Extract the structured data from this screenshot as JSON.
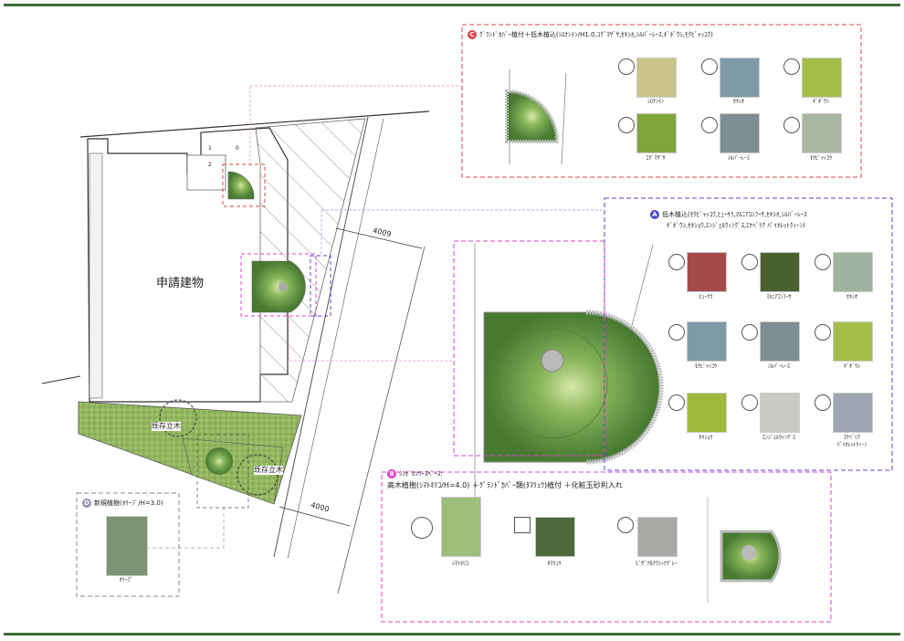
{
  "building_label": "申請建物",
  "existing_tree_1": "既存立木",
  "existing_tree_2": "既存立木",
  "dim_top": "4009",
  "dim_bottom": "4000",
  "stair_numbers": [
    "1",
    "0",
    "2"
  ],
  "panel_c": {
    "badge": "C",
    "title": "ｸﾞﾗﾝﾄﾞｶﾊﾞｰ植付＋低木植込(ｼﾛﾅﾝﾃﾝ/H1.0,ｺｸﾞﾏｻﾞｻ,ｾｷｼｵ,ｼﾙﾊﾞｰﾚｰｽ,ｷﾞﾎﾞｳｼ,ﾓｸﾋﾞｬｯｺｳ)",
    "plants": [
      "ｼﾛﾅﾝﾃﾝ",
      "ｾｷｼｵ",
      "ｷﾞﾎﾞｳｼ",
      "ｺｸﾞﾏｻﾞｻ",
      "ｼﾙﾊﾞｰﾚｰｽ",
      "ﾓｸﾋﾞｬｯｺｳ"
    ]
  },
  "panel_a": {
    "badge": "A",
    "title_line1": "低木植込(ﾓｸﾋﾞｬｯｺｳ,ﾋｭｰｹﾗ,ﾏﾙﾆｱｺﾝﾌｰｻ,ｾｷｼｵ,ｼﾙﾊﾞｰﾚｰｽ",
    "title_line2": "ｷﾞﾎﾞｳｼ,ｾｷｼｮｳ,ｴﾝｼﾞｪﾙｳｨﾝｸﾞｽ,ｴｹﾍﾞﾘｱ ﾊﾟｲｵﾚｯﾄｸｨｰﾝ)",
    "plants": [
      "ﾋｭｰｹﾗ",
      "ﾏﾙﾆｱｺﾝﾌｰｻ",
      "ｾｷｼｵ",
      "ﾓｸﾋﾞｬｯｺｳ",
      "ｼﾙﾊﾞｰﾚｰｽ",
      "ｷﾞﾎﾞｳｼ",
      "ｾｷｼｮｳ",
      "ｴﾝｼﾞｪﾙｳｨﾝｸﾞｽ",
      "ｴｹﾍﾞﾘｱ\nﾊﾟｲｵﾚｯﾄｸｨｰﾝ"
    ]
  },
  "panel_b": {
    "badge": "B",
    "title_line1": "ｼﾝﾎﾞﾙﾂﾘｰｽﾍﾟｰｽ:",
    "title_line2": "高木植樹(ｼﾏﾄﾈﾘｺ/H=4.0) ＋ｸﾞﾗﾝﾄﾞｶﾊﾞｰ類(ﾀﾏﾘｭｳ)植付 ＋化粧玉砂利入れ",
    "plants": [
      "ｼﾏﾄﾈﾘｺ",
      "ﾀﾏﾘｭｳ",
      "ﾋﾞｻﾞﾘ5ｸﾗｼｯｸｸﾞﾚｰ"
    ]
  },
  "panel_d": {
    "badge": "D",
    "title": "新規植樹(ｵﾘｰﾌﾞ/H=3.0)",
    "plant": "ｵﾘｰﾌﾞ"
  },
  "colors": {
    "rule": "#3d6b34",
    "panel_c": "#e0434b",
    "panel_a": "#4a4ad0",
    "panel_b": "#e040d0",
    "panel_d": "#888888",
    "lawn": "#8fb25a",
    "shrub": "#6f9e4a"
  }
}
